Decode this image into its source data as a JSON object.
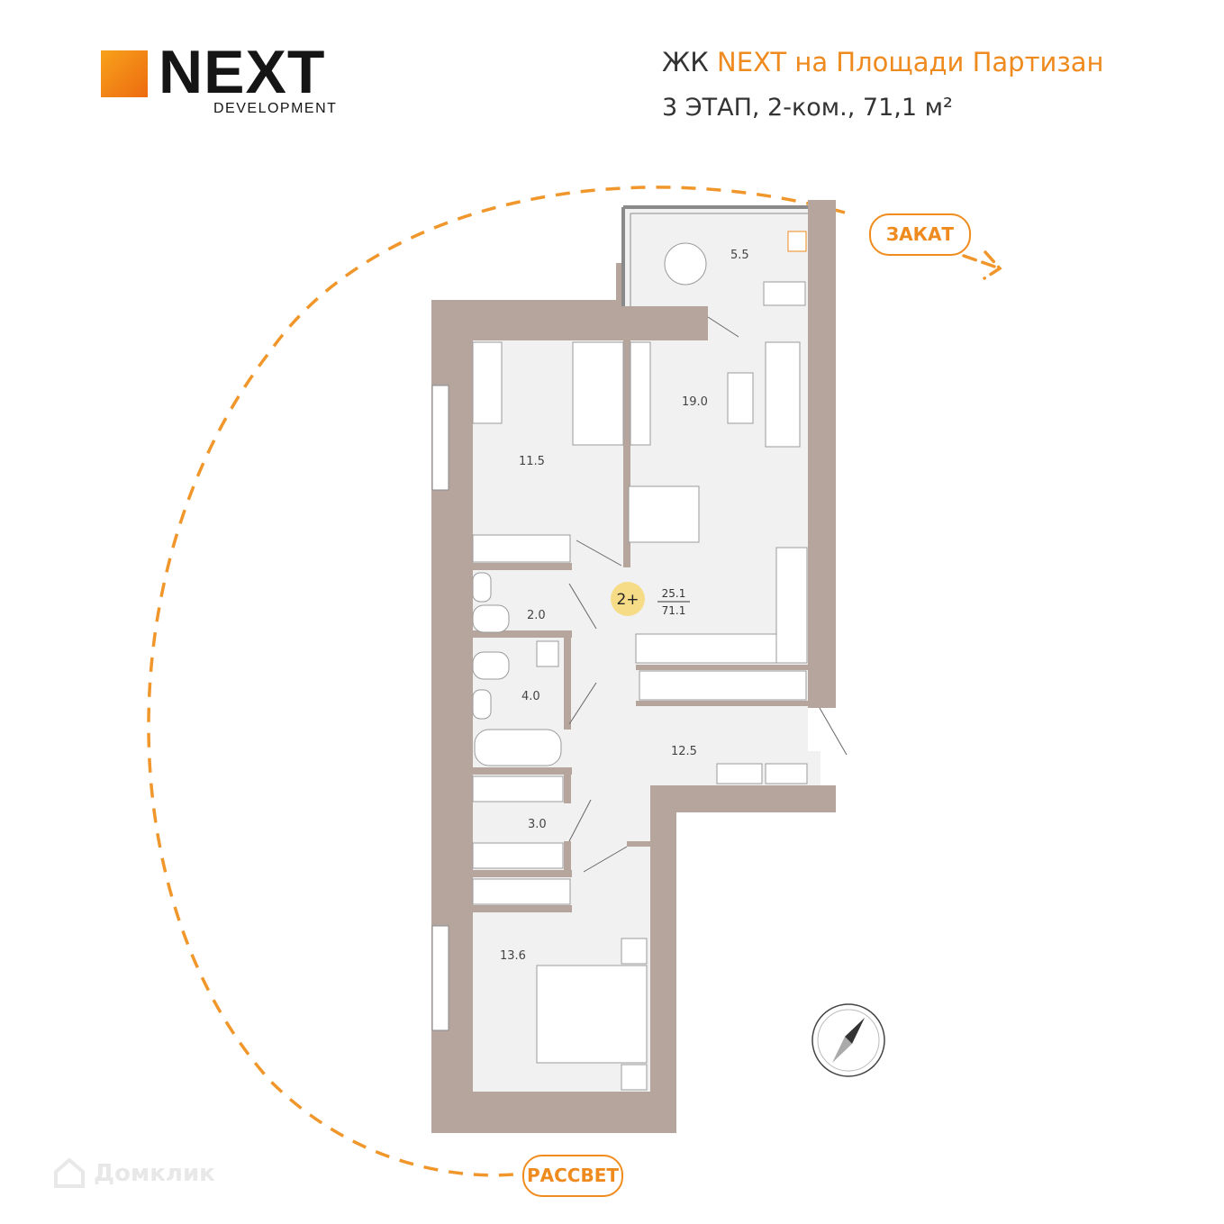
{
  "brand": {
    "name": "NEXT",
    "sub": "DEVELOPMENT"
  },
  "header": {
    "prefix": "ЖК ",
    "project": "NEXT на Площади Партизан",
    "subtitle": "3 ЭТАП, 2-ком., 71,1 м²"
  },
  "directions": {
    "sunset": "ЗАКАТ",
    "sunrise": "РАССВЕТ"
  },
  "rooms": [
    {
      "id": "balcony",
      "area": "5.5"
    },
    {
      "id": "living",
      "area": "19.0"
    },
    {
      "id": "bedroom-1",
      "area": "11.5"
    },
    {
      "id": "wc",
      "area": "2.0"
    },
    {
      "id": "bathroom",
      "area": "4.0"
    },
    {
      "id": "hall",
      "area": "12.5"
    },
    {
      "id": "wardrobe",
      "area": "3.0"
    },
    {
      "id": "bedroom-2",
      "area": "13.6"
    }
  ],
  "summary": {
    "badge": "2+",
    "living_area": "25.1",
    "total_area": "71.1"
  },
  "watermark": "Домклик",
  "colors": {
    "accent": "#ef8a1e",
    "wall": "#b5a59d",
    "floor": "#f1f1f1",
    "badge": "#f6dc86"
  }
}
